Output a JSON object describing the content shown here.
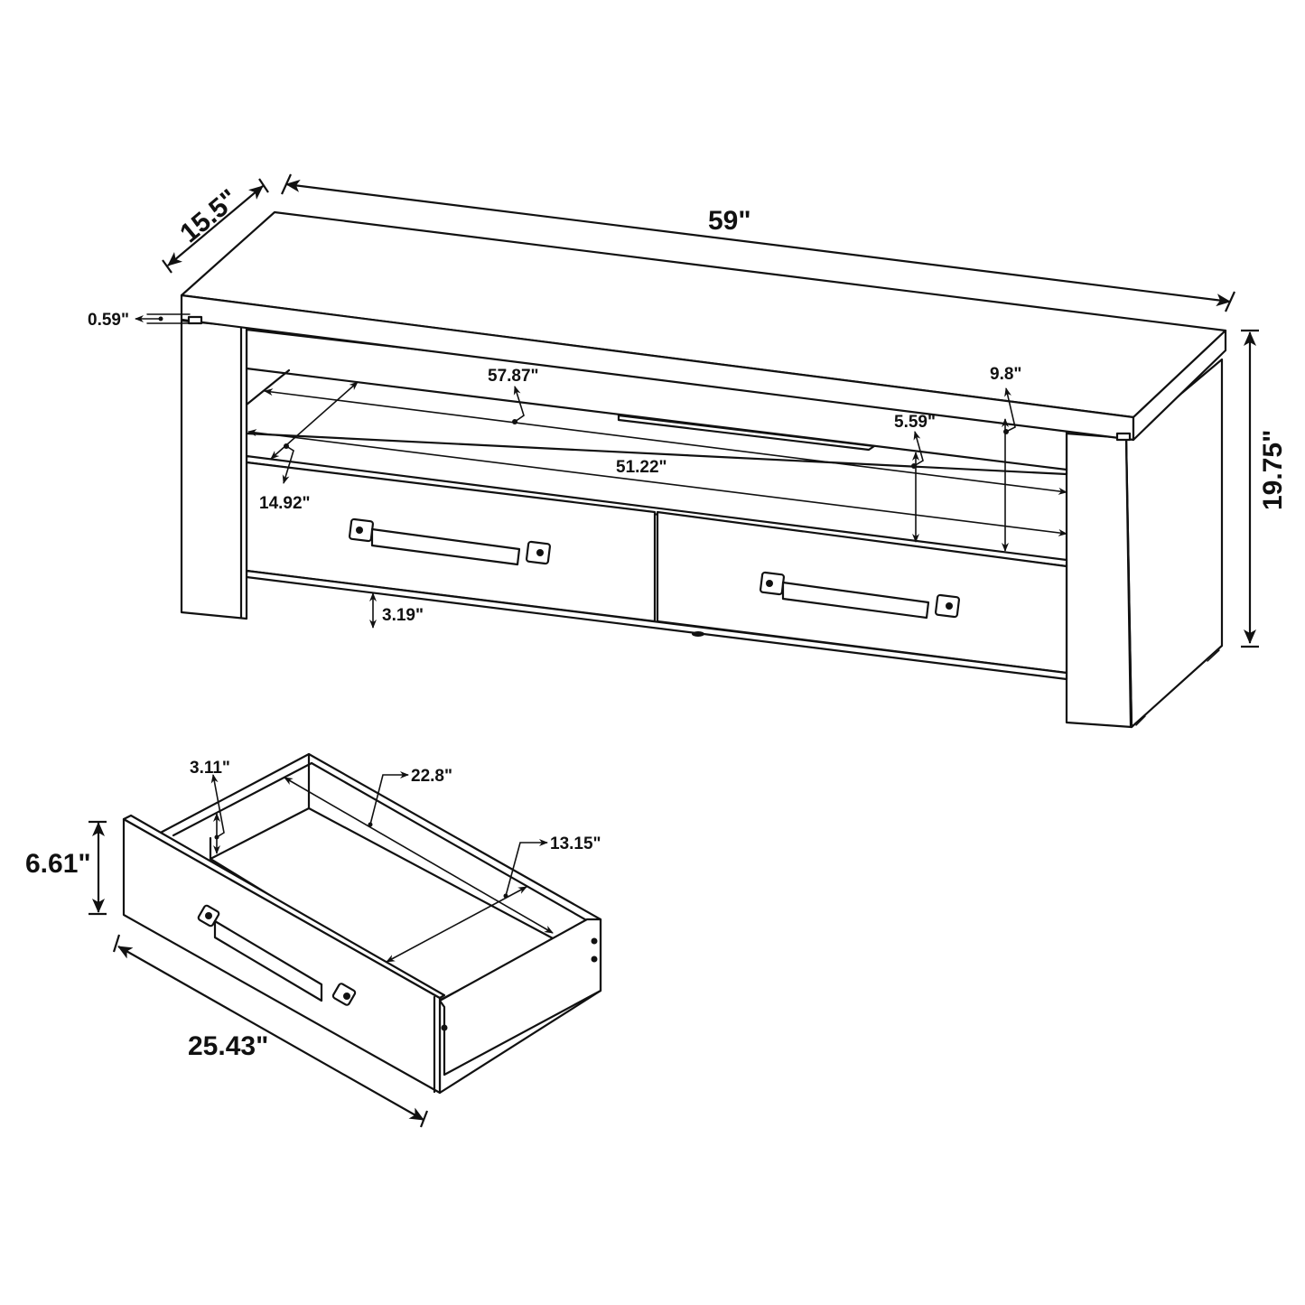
{
  "diagram": {
    "subject": "TV stand with two drawers — dimension drawing",
    "colors": {
      "line": "#111111",
      "background": "#ffffff"
    },
    "stand": {
      "overall_width": "59\"",
      "overall_depth": "15.5\"",
      "overall_height": "19.75\"",
      "top_overhang": "0.59\"",
      "shelf_width": "57.87\"",
      "shelf_depth": "14.92\"",
      "opening_width": "51.22\"",
      "opening_height": "5.59\"",
      "shelf_to_top_height": "9.8\"",
      "floor_clearance": "3.19\""
    },
    "drawer": {
      "front_width": "25.43\"",
      "front_height": "6.61\"",
      "side_height": "3.11\"",
      "interior_depth": "22.8\"",
      "interior_width": "13.15\""
    }
  }
}
